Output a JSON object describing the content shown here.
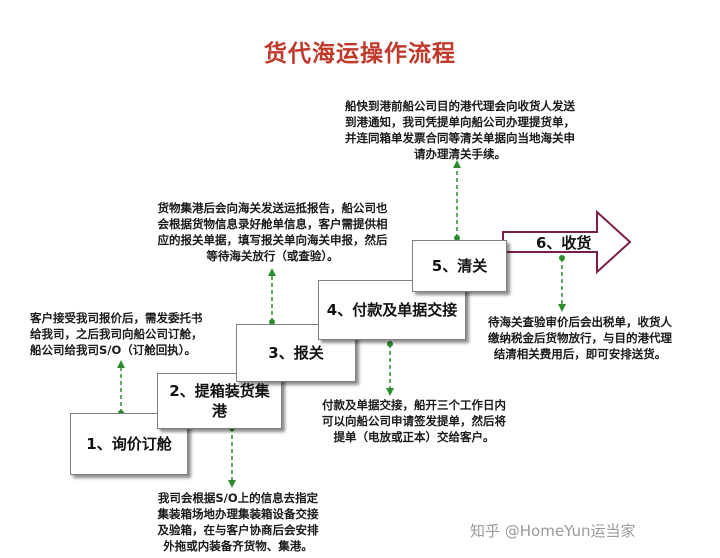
{
  "title": "货代海运操作流程",
  "steps": [
    {
      "label": "1、询价订舱"
    },
    {
      "label": "2、提箱装货集港"
    },
    {
      "label": "3、报关"
    },
    {
      "label": "4、付款及单据交接"
    },
    {
      "label": "5、清关"
    },
    {
      "label": "6、收货"
    }
  ],
  "notes": [
    {
      "lines": [
        "客户接受我司报价后，需发委托书",
        "给我司，之后我司向船公司订舱，",
        "船公司给我司S/O（订舱回执）。"
      ]
    },
    {
      "lines": [
        "我司会根据S/O上的信息去指定",
        "集装箱场地办理集装箱设备交接",
        "及验箱，在与客户协商后会安排",
        "外拖或内装备齐货物、集港。"
      ]
    },
    {
      "lines": [
        "货物集港后会向海关发送运抵报告，船公司也",
        "会根据货物信息录好舱单信息，客户需提供相",
        "应的报关单据，填写报关单向海关申报，然后",
        "等待海关放行（或查验）。"
      ]
    },
    {
      "lines": [
        "付款及单据交接，船开三个工作日内",
        "可以向船公司申请签发提单，然后将",
        "提单（电放或正本）交给客户。"
      ]
    },
    {
      "lines": [
        "船快到港前船公司目的港代理会向收货人发送",
        "到港通知，我司凭提单向船公司办理提货单，",
        "并连同箱单发票合同等清关单据向当地海关申",
        "请办理清关手续。"
      ]
    },
    {
      "lines": [
        "待海关查验审价后会出税单，收货人",
        "缴纳税金后货物放行，与目的港代理",
        "结清相关费用后，即可安排送货。"
      ]
    }
  ],
  "watermark": "知乎 @HomeYun运当家",
  "colors": {
    "title": "#c0392b",
    "connector": "#2e8b2e",
    "arrow_border": "#7a1f4a"
  }
}
